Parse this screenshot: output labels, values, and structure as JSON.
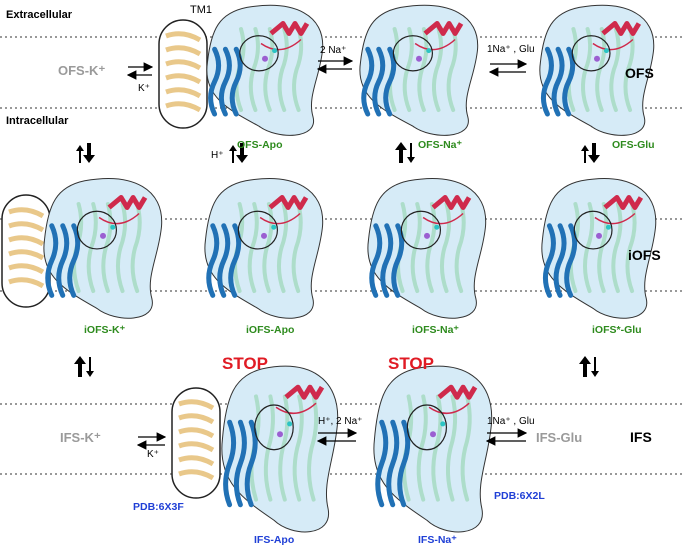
{
  "regions": {
    "extracellular": "Extracellular",
    "intracellular": "Intracellular"
  },
  "row_labels": {
    "ofs": "OFS",
    "iofs": "iOFS",
    "ifs": "IFS"
  },
  "tm1_label": "TM1",
  "states": {
    "ofs_k": "OFS-K⁺",
    "ofs_apo": "OFS-Apo",
    "ofs_na": "OFS-Na⁺",
    "ofs_glu": "OFS-Glu",
    "iofs_k": "iOFS-K⁺",
    "iofs_apo": "iOFS-Apo",
    "iofs_na": "iOFS-Na⁺",
    "iofs_glu": "iOFS*-Glu",
    "ifs_k": "IFS-K⁺",
    "ifs_apo": "IFS-Apo",
    "ifs_na": "IFS-Na⁺",
    "ifs_glu": "IFS-Glu"
  },
  "stop_labels": [
    "STOP",
    "STOP"
  ],
  "pdb": {
    "ifs_apo": "PDB:6X3F",
    "ifs_na": "PDB:6X2L"
  },
  "transitions": {
    "ofs_k_to_apo": "K⁺",
    "ofs_apo_to_na": "2 Na⁺",
    "ofs_na_to_glu": "1Na⁺ , Glu",
    "ofs_apo_to_iofs": "H⁺",
    "ifs_k_to_apo": "K⁺",
    "ifs_apo_to_na": "H⁺, 2 Na⁺",
    "ifs_na_to_glu": "1Na⁺ , Glu"
  },
  "site_marker": "H⁺",
  "colors": {
    "membrane_fill": "#d6ebf7",
    "helix_blue": "#2171b5",
    "helix_mint": "#a8dcc4",
    "helix_red": "#cf2a4c",
    "tm1_fill": "#f5deb3",
    "stop": "#e01b24",
    "state_green": "#2e8b1e",
    "pdb_blue": "#1f3fd6",
    "gray_state": "#9a9a9a"
  }
}
